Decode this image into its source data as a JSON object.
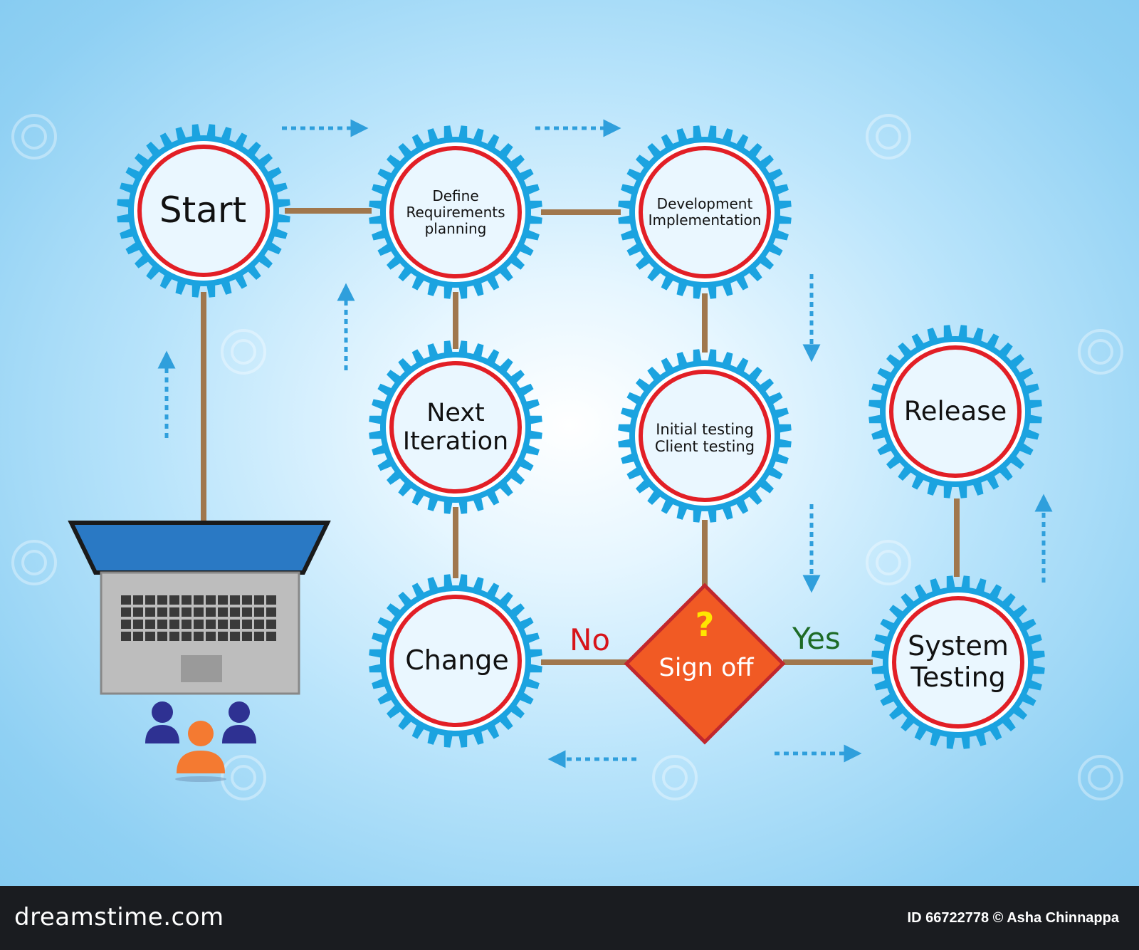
{
  "nodes": {
    "start": {
      "lines": [
        "Start"
      ]
    },
    "define": {
      "lines": [
        "Define",
        "Requirements",
        "planning"
      ]
    },
    "development": {
      "lines": [
        "Development",
        "Implementation"
      ]
    },
    "next_iteration": {
      "lines": [
        "Next",
        "Iteration"
      ]
    },
    "testing": {
      "lines": [
        "Initial testing",
        "Client testing"
      ]
    },
    "release": {
      "lines": [
        "Release"
      ]
    },
    "change": {
      "lines": [
        "Change"
      ]
    },
    "system_testing": {
      "lines": [
        "System",
        "Testing"
      ]
    }
  },
  "decision": {
    "symbol": "?",
    "label": "Sign off"
  },
  "edges": {
    "no_label": "No",
    "yes_label": "Yes"
  },
  "colors": {
    "gear_teeth": "#1ba3e0",
    "node_ring": "#e21f26",
    "connector": "#a0774d",
    "arrow": "#2f9fdc",
    "decision_fill": "#f15a24",
    "decision_border": "#c1272d",
    "question_mark": "#ffe600",
    "no_label": "#d7141a",
    "yes_label": "#1d6b26"
  },
  "footer": {
    "brand": "dreamstime.com",
    "credit": "ID 66722778 © Asha Chinnappa"
  }
}
